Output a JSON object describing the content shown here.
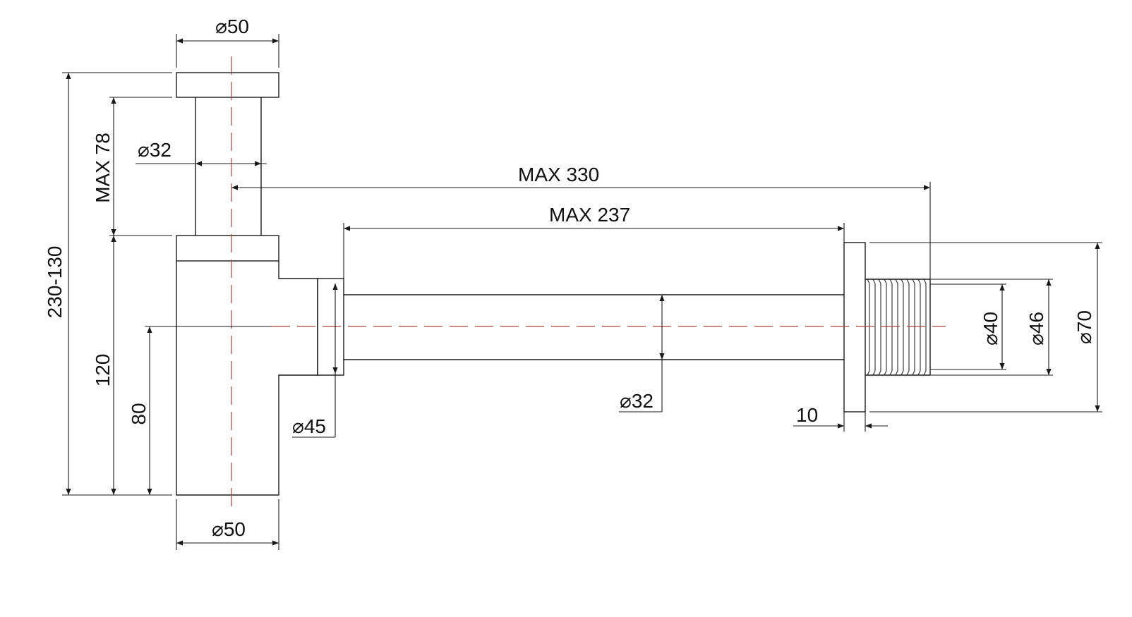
{
  "colors": {
    "ink": "#1a1a1a",
    "centerline": "#b3403c",
    "background": "#ffffff"
  },
  "dimensions": {
    "top_cap_diameter": "⌀50",
    "base_diameter": "⌀50",
    "riser_diameter": "⌀32",
    "riser_height": "MAX 78",
    "overall_height": "230-130",
    "body_height": "120",
    "outlet_height": "80",
    "outlet_socket_diameter": "⌀45",
    "pipe_diameter": "⌀32",
    "max_330": "MAX  330",
    "max_237": "MAX 237",
    "flange_thickness": "10",
    "thread_inner_diameter": "⌀40",
    "thread_outer_diameter": "⌀46",
    "flange_diameter": "⌀70"
  }
}
